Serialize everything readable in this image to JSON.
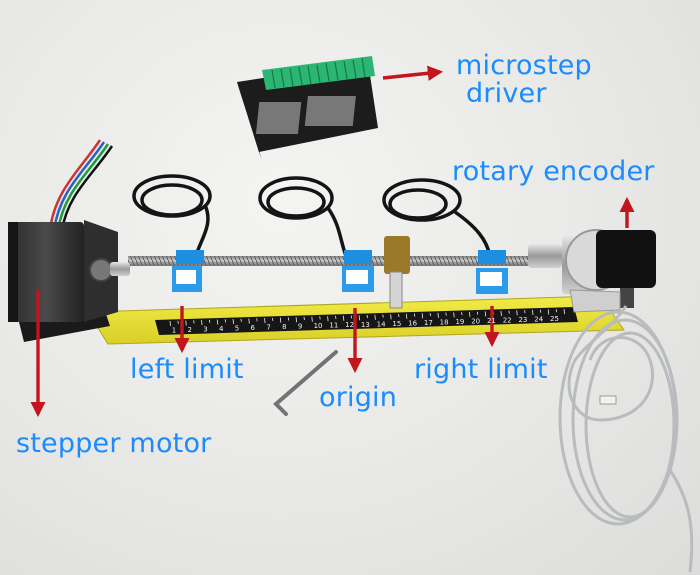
{
  "labels": {
    "microstep_driver": [
      "microstep",
      "driver"
    ],
    "rotary_encoder": "rotary encoder",
    "left_limit": "left limit",
    "origin": "origin",
    "right_limit": "right limit",
    "stepper_motor": "stepper motor"
  },
  "ruler_ticks": [
    "1",
    "2",
    "3",
    "4",
    "5",
    "6",
    "7",
    "8",
    "9",
    "10",
    "11",
    "12",
    "13",
    "14",
    "15",
    "16",
    "17",
    "18",
    "19",
    "20",
    "21",
    "22",
    "23",
    "24",
    "25"
  ],
  "colors": {
    "label_text": "#1a8cff",
    "arrow": "#c0161c",
    "base_plate": "#f0e83a",
    "sensor_blue": "#1e8fe0",
    "background": "#ebebe9"
  }
}
